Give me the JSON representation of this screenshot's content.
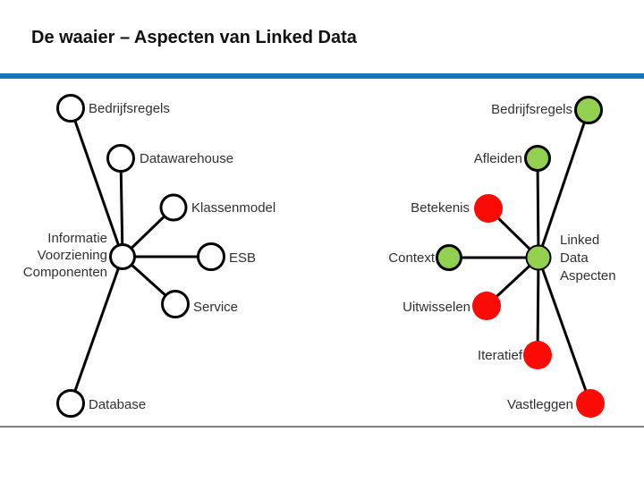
{
  "title": "De waaier – Aspecten van Linked Data",
  "colors": {
    "accent_rule": "#1577bb",
    "footer_rule": "#808080",
    "white_node": "#ffffff",
    "green_node": "#92d050",
    "red_node": "#fb0a06",
    "node_stroke": "#000000",
    "spoke": "#000000",
    "label_text": "#303030"
  },
  "left_diagram": {
    "hub_label_lines": [
      "Informatie",
      "Voorziening",
      "Componenten"
    ],
    "nodes": [
      {
        "label": "Bedrijfsregels",
        "color": "white"
      },
      {
        "label": "Datawarehouse",
        "color": "white"
      },
      {
        "label": "Klassenmodel",
        "color": "white"
      },
      {
        "label": "ESB",
        "color": "white"
      },
      {
        "label": "Service",
        "color": "white"
      },
      {
        "label": "Database",
        "color": "white"
      }
    ]
  },
  "right_diagram": {
    "hub_label_lines": [
      "Linked",
      "Data",
      "Aspecten"
    ],
    "nodes": [
      {
        "label": "Bedrijfsregels",
        "color": "green"
      },
      {
        "label": "Afleiden",
        "color": "green"
      },
      {
        "label": "Betekenis",
        "color": "red"
      },
      {
        "label": "Context",
        "color": "green"
      },
      {
        "label": "Uitwisselen",
        "color": "red"
      },
      {
        "label": "Iteratief",
        "color": "red"
      },
      {
        "label": "Vastleggen",
        "color": "red"
      }
    ]
  }
}
